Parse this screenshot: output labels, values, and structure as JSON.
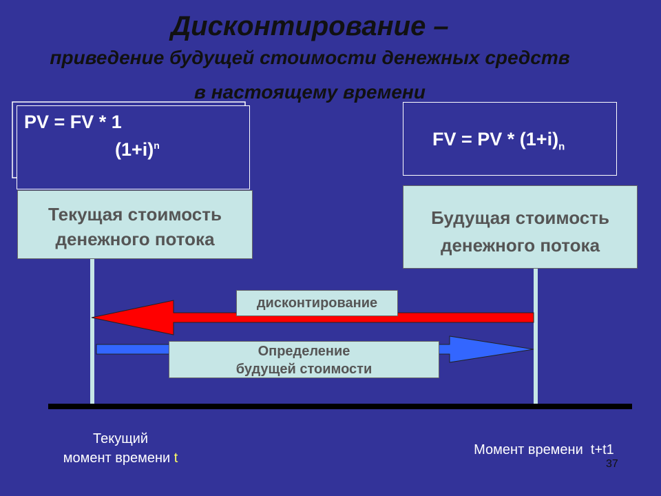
{
  "title": {
    "main": "Дисконтирование –",
    "line2": "приведение  будущей стоимости денежных средств",
    "line3": "в настоящему времени"
  },
  "formulas": {
    "pv_left": "PV = FV *  1",
    "pv_denominator": "(1+i)",
    "pv_exp": "n",
    "fv_left": "FV = PV * (1+i)",
    "fv_exp": "n"
  },
  "boxes": {
    "present": {
      "line1": "Текущая стоимость",
      "line2": "денежного потока"
    },
    "future": {
      "line1": "Будущая стоимость",
      "line2": "денежного потока"
    }
  },
  "arrows": {
    "discount_label": "дисконтирование",
    "compound_label_line1": "Определение",
    "compound_label_line2": "будущей стоимости"
  },
  "timeline": {
    "left_label_line1": "Текущий",
    "left_label_line2": "момент времени",
    "left_label_var": "t",
    "right_label": "Момент времени  t+t1"
  },
  "page_number": "37",
  "colors": {
    "background": "#333399",
    "label_box": "#c6e6e6",
    "discount_arrow": "#ff0000",
    "compound_arrow": "#3366ff"
  }
}
